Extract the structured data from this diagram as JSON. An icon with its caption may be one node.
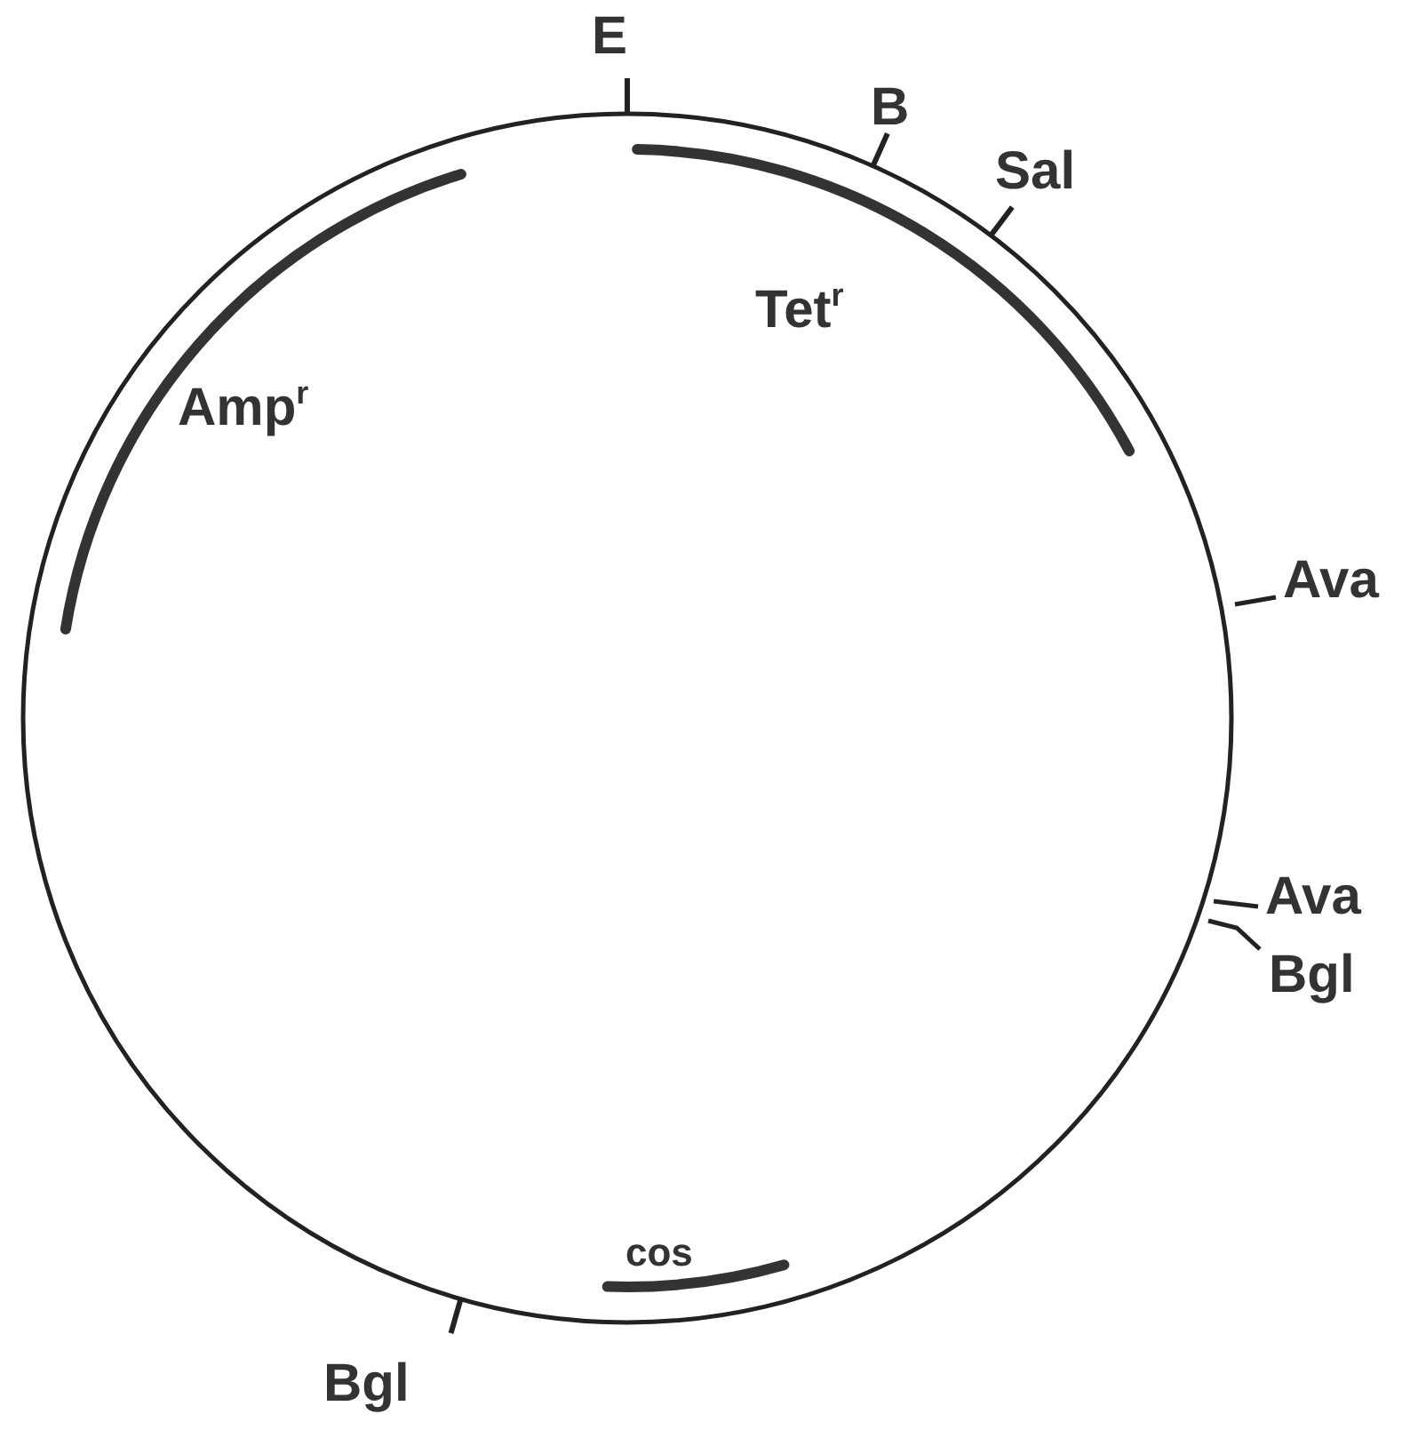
{
  "diagram": {
    "labels": [
      "E",
      "B",
      "Sal",
      "Tet$^{r}$",
      "Amp$^{r}$",
      "Ava",
      "Ava",
      "Bgl",
      "cos",
      "Bgl"
    ]
  }
}
